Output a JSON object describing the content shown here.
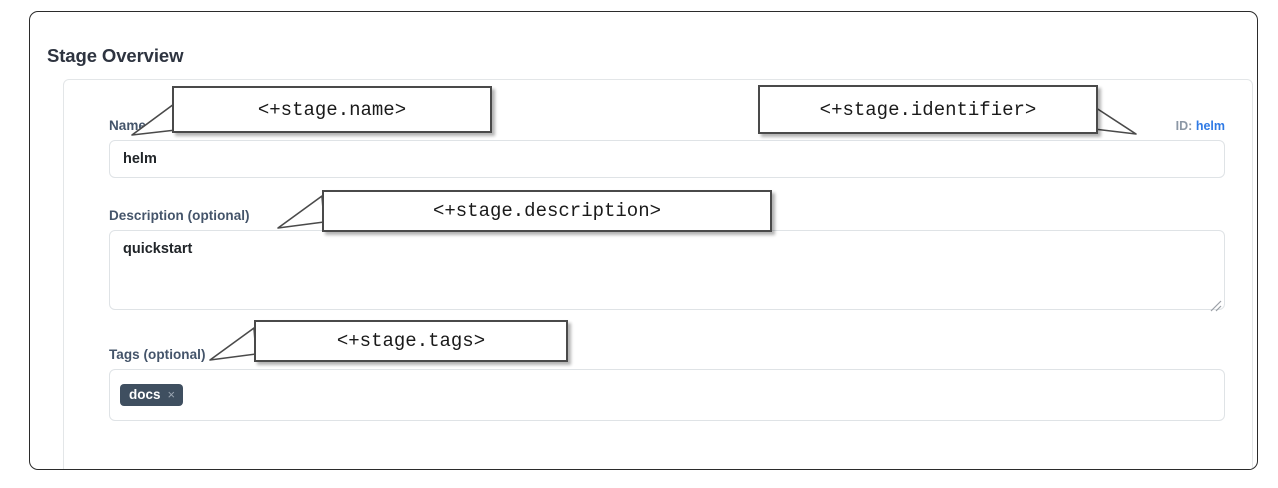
{
  "panel": {
    "title": "Stage Overview"
  },
  "form": {
    "name_field": {
      "label": "Name",
      "value": "helm",
      "placeholder": ""
    },
    "identifier": {
      "prefix": "ID:",
      "value": "helm"
    },
    "description_field": {
      "label": "Description (optional)",
      "value": "quickstart",
      "placeholder": ""
    },
    "tags_field": {
      "label": "Tags (optional)",
      "placeholder": "",
      "tags": [
        {
          "label": "docs",
          "remove_icon": "×"
        }
      ]
    }
  },
  "callouts": [
    {
      "id": "name",
      "text": "<+stage.name>"
    },
    {
      "id": "identifier",
      "text": "<+stage.identifier>"
    },
    {
      "id": "description",
      "text": "<+stage.description>"
    },
    {
      "id": "tags",
      "text": "<+stage.tags>"
    }
  ],
  "colors": {
    "frame_border": "#2b2b2b",
    "label": "#44546a",
    "id_value_link": "#2f7ae5",
    "tag_chip_bg": "#3f4f60",
    "callout_border": "#4a4a4a",
    "input_border": "#dfe3e6"
  }
}
